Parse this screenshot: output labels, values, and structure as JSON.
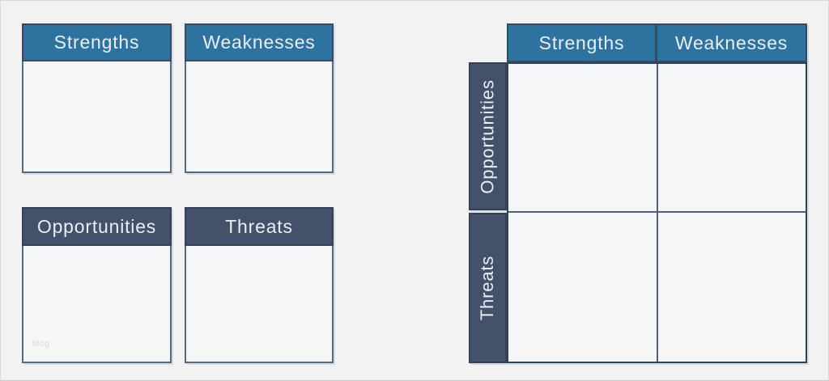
{
  "page": {
    "watermark": "blog"
  },
  "colors": {
    "accent_blue": "#2E739F",
    "accent_navy": "#44516A",
    "header_text": "#E8EEF3",
    "panel_body_bg": "#F5F6F7",
    "page_bg": "#F2F2F3",
    "border_dark": "#3A4A63",
    "border_slate": "#56697F",
    "watermark_text": "#D7DBDF"
  },
  "quadrant_layout": {
    "panels": [
      {
        "id": "strengths",
        "label": "Strengths",
        "style": "blue"
      },
      {
        "id": "weaknesses",
        "label": "Weaknesses",
        "style": "blue"
      },
      {
        "id": "opportunities",
        "label": "Opportunities",
        "style": "navy"
      },
      {
        "id": "threats",
        "label": "Threats",
        "style": "navy"
      }
    ]
  },
  "matrix_layout": {
    "column_headers": [
      {
        "id": "strengths",
        "label": "Strengths"
      },
      {
        "id": "weaknesses",
        "label": "Weaknesses"
      }
    ],
    "row_headers": [
      {
        "id": "opportunities",
        "label": "Opportunities"
      },
      {
        "id": "threats",
        "label": "Threats"
      }
    ]
  }
}
